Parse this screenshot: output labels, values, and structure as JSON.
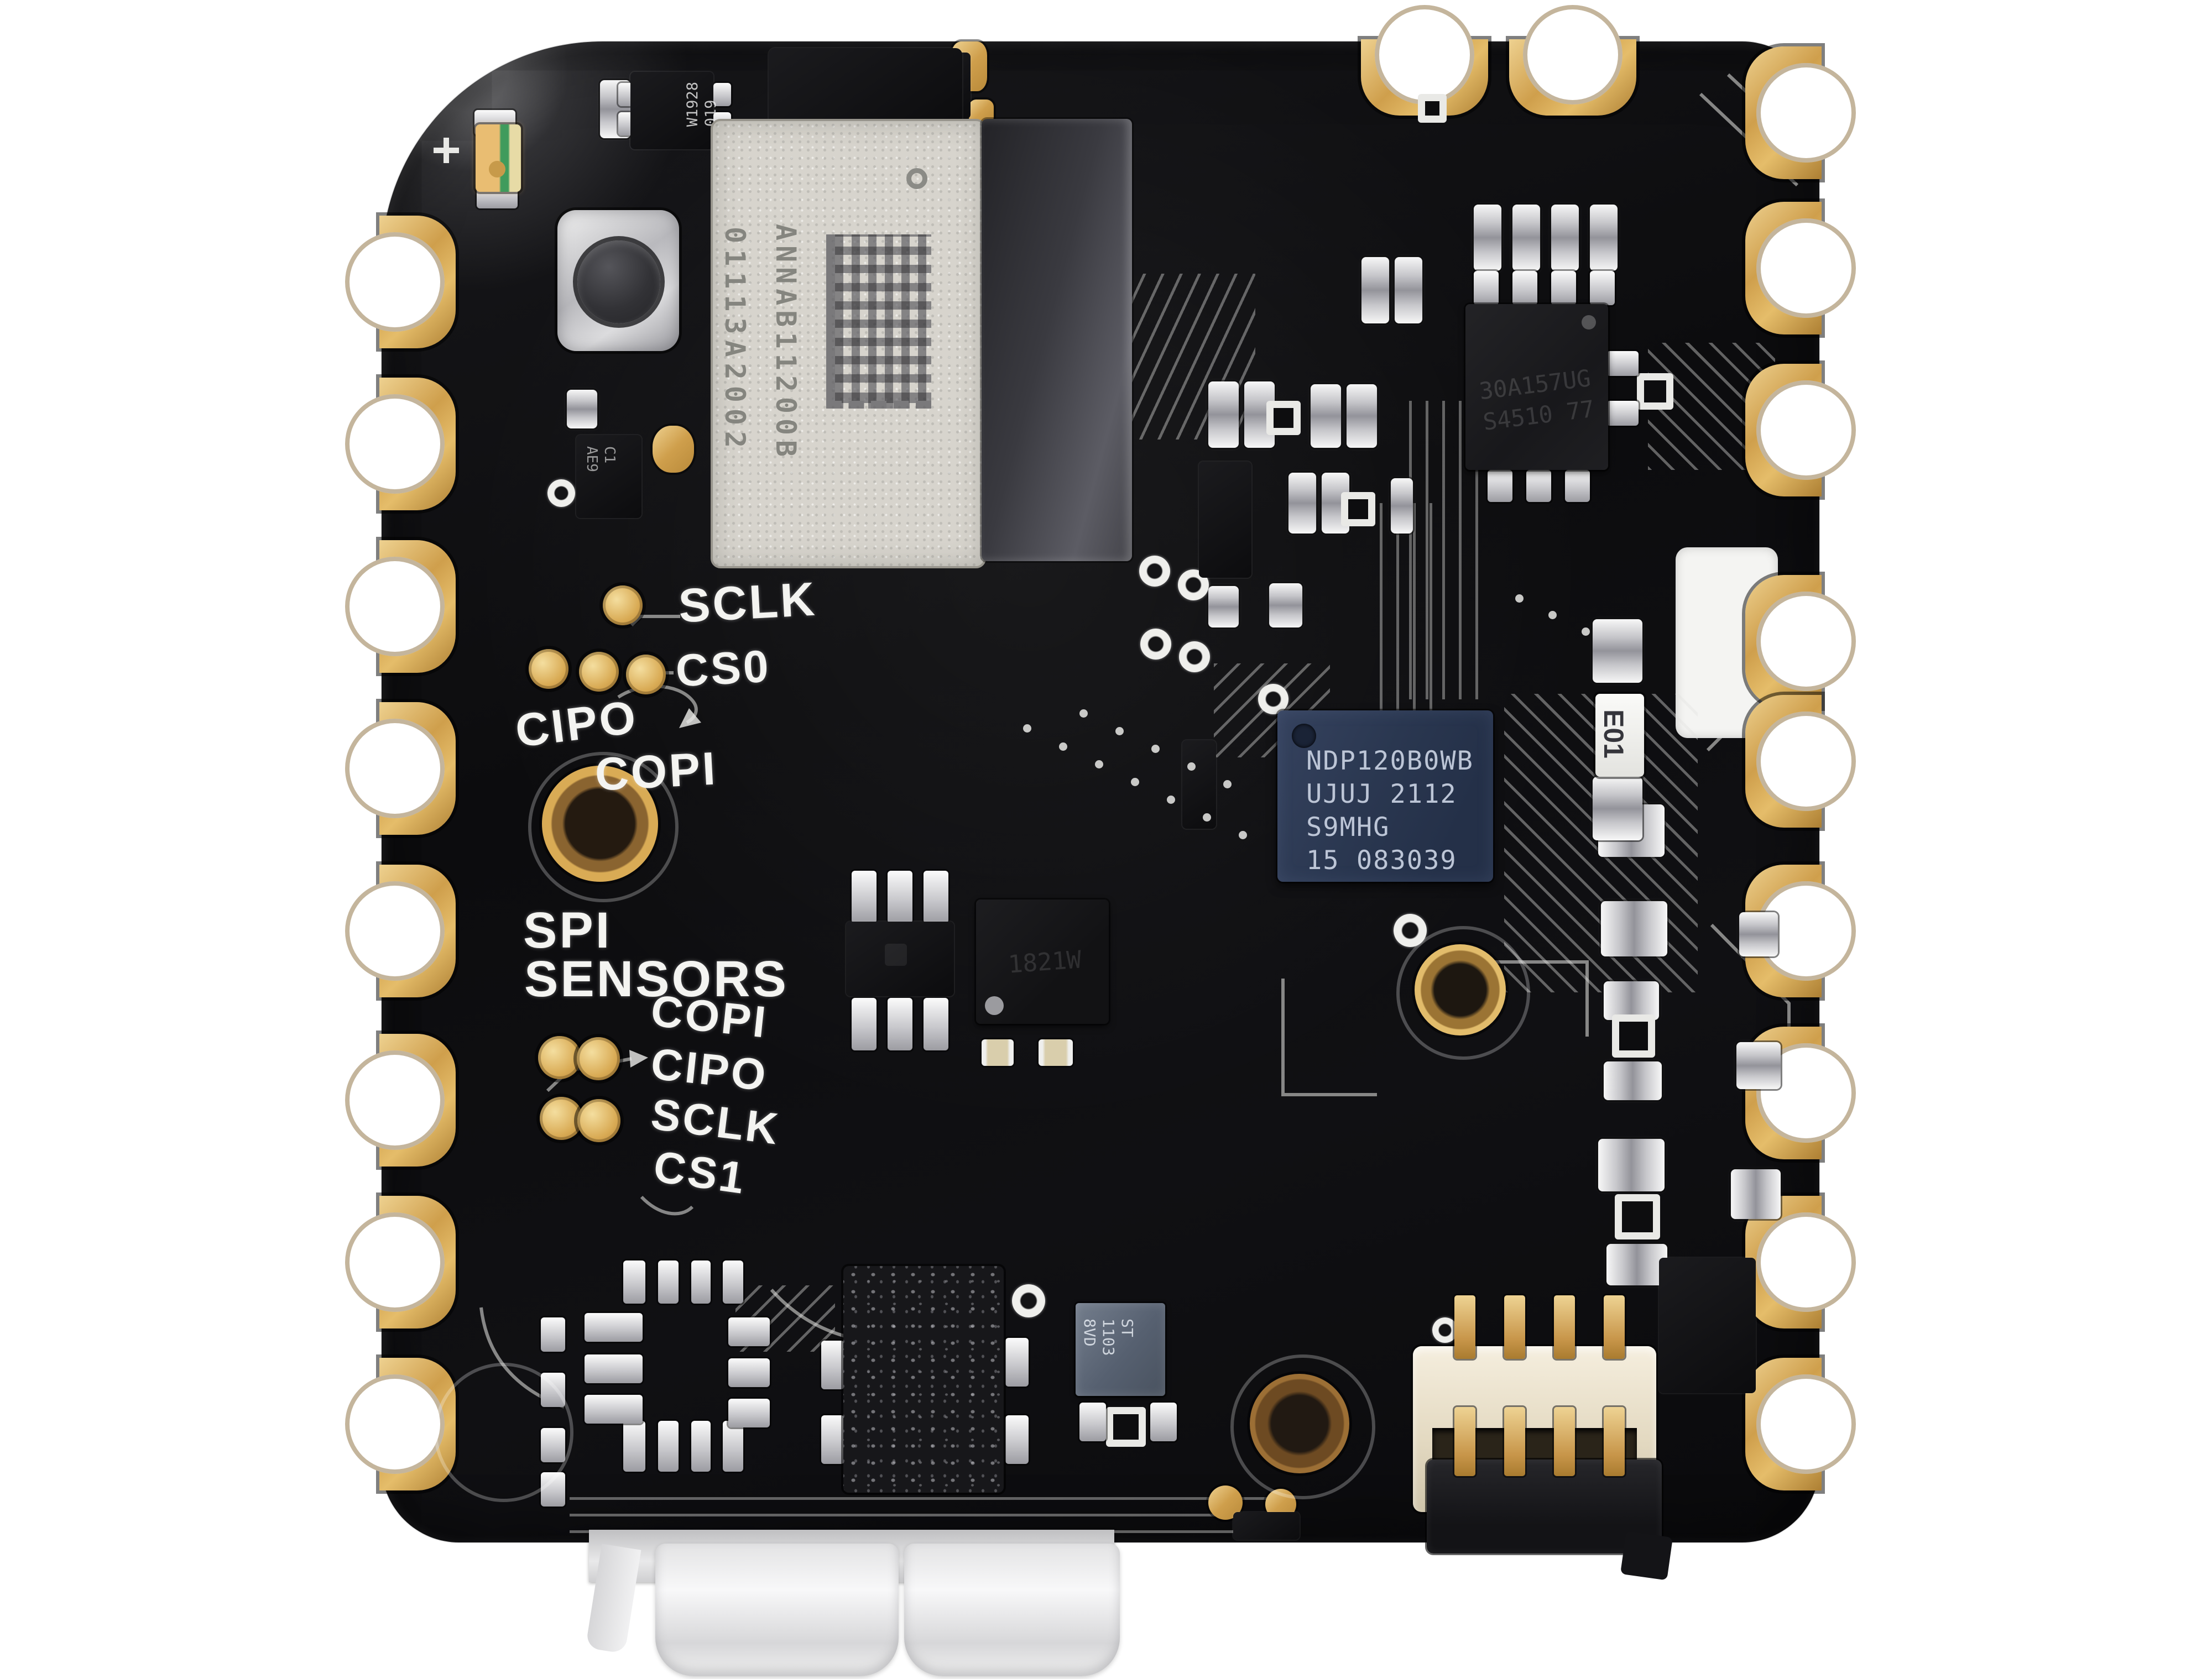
{
  "colors": {
    "background": "#ffffff",
    "pcb_black": "#0e0e10",
    "pad_gold": "#cfa052",
    "module_silver": "#d7d4cd",
    "ndp_navy": "#2e3c55",
    "connector_beige": "#e9e2d2",
    "led_amber": "#e8b76a",
    "led_green": "#3f9b5c",
    "silkscreen": "#f2f2ef",
    "usb_silver": "#d9d9db"
  },
  "board": {
    "spi1": {
      "sclk": "SCLK",
      "cs0": "CS0",
      "cipo": "CIPO",
      "copi": "COPI"
    },
    "spi_sensors": {
      "title_line1": "SPI",
      "title_line2": "SENSORS",
      "copi": "COPI",
      "cipo": "CIPO",
      "sclk": "SCLK",
      "cs1": "CS1"
    },
    "anna_module": {
      "marking_line1": "ANNAB11200B",
      "marking_line2": "01113A2002"
    },
    "ndp_chip": {
      "line1": "NDP120B0WB",
      "line2": "UJUJ 2112",
      "line3": "S9MHG",
      "line4": "15 083039"
    },
    "top_right_chip": {
      "line1": "30A157UG",
      "line2": "S4510 77"
    },
    "center_qfn_chip": {
      "marking": "1821W"
    },
    "bottom_blue_chip": {
      "line1": "ST",
      "line2": "1103",
      "line3": "8VD"
    },
    "top_left_chip": {
      "line1": "W1928",
      "line2": "019"
    },
    "button_area_chip": {
      "line1": "C1",
      "line2": "AE9"
    },
    "ferrite_bead": {
      "marking": "E01"
    }
  }
}
